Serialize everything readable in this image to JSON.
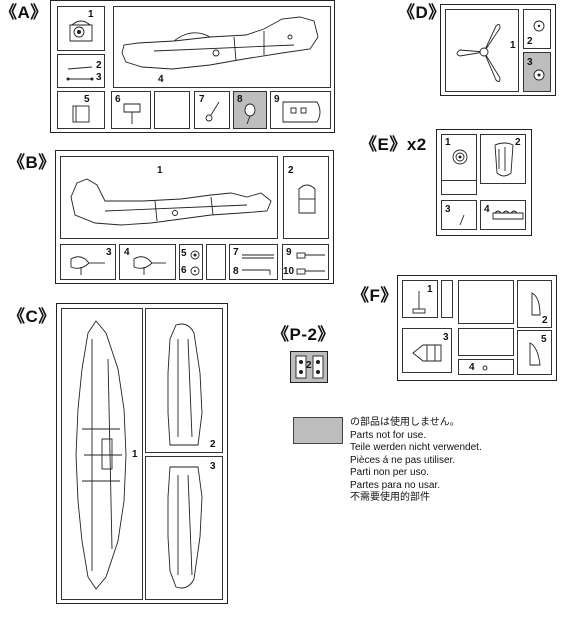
{
  "sprues": {
    "A": {
      "label": "《A》",
      "parts": [
        "1",
        "2",
        "3",
        "4",
        "5",
        "6",
        "7",
        "8",
        "9"
      ]
    },
    "B": {
      "label": "《B》",
      "parts": [
        "1",
        "2",
        "3",
        "4",
        "5",
        "6",
        "7",
        "8",
        "9",
        "10"
      ]
    },
    "C": {
      "label": "《C》",
      "parts": [
        "1",
        "2",
        "3"
      ]
    },
    "D": {
      "label": "《D》",
      "parts": [
        "1",
        "2",
        "3"
      ]
    },
    "E": {
      "label": "《E》x2",
      "parts": [
        "1",
        "2",
        "3",
        "4"
      ]
    },
    "F": {
      "label": "《F》",
      "parts": [
        "1",
        "2",
        "3",
        "4",
        "5"
      ]
    },
    "P2": {
      "label": "《P-2》",
      "parts": [
        "2"
      ]
    }
  },
  "unused_parts": [
    "A-8",
    "D-3",
    "P-2"
  ],
  "legend": {
    "swatch_color": "#bdbdbd",
    "lines": [
      "の部品は使用しません。",
      "Parts not for use.",
      "Teile werden nicht verwendet.",
      "Pièces á ne pas utiliser.",
      "Parti non per uso.",
      "Partes para no usar.",
      "不需要使用的部件"
    ]
  }
}
